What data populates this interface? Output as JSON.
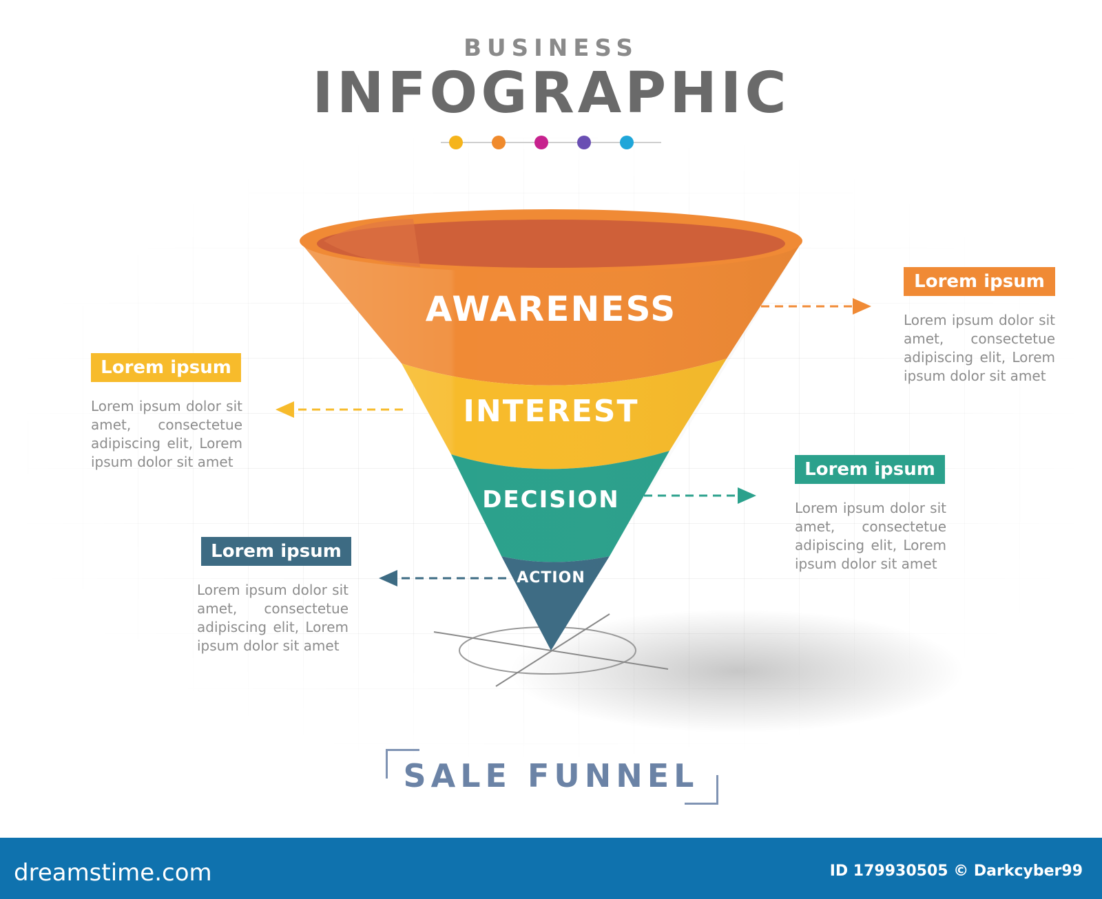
{
  "header": {
    "subtitle": "BUSINESS",
    "title": "INFOGRAPHIC",
    "dot_colors": [
      "#f5b41c",
      "#f08a2c",
      "#c7228e",
      "#6a4fb3",
      "#1fa6d9"
    ]
  },
  "stages": [
    {
      "label": "AWARENESS",
      "color": "#f08a35",
      "side": "right",
      "tag": "Lorem ipsum",
      "text": "Lorem ipsum dolor sit amet, consectetue adipiscing elit, Lorem ipsum dolor sit amet"
    },
    {
      "label": "INTEREST",
      "color": "#f7bb2b",
      "side": "left",
      "tag": "Lorem ipsum",
      "text": "Lorem ipsum dolor sit amet, consectetue adipiscing elit, Lorem ipsum dolor sit amet"
    },
    {
      "label": "DECISION",
      "color": "#2ba18c",
      "side": "right",
      "tag": "Lorem ipsum",
      "text": "Lorem ipsum dolor sit amet, consectetue adipiscing elit, Lorem ipsum dolor sit amet"
    },
    {
      "label": "ACTION",
      "color": "#3d6b83",
      "side": "left",
      "tag": "Lorem ipsum",
      "text": "Lorem ipsum dolor sit amet, consectetue adipiscing elit, Lorem ipsum dolor sit amet"
    }
  ],
  "bottom_title": "SALE FUNNEL",
  "footer": {
    "logo": "dreamstime.com",
    "credit": "ID 179930505 © Darkcyber99"
  }
}
